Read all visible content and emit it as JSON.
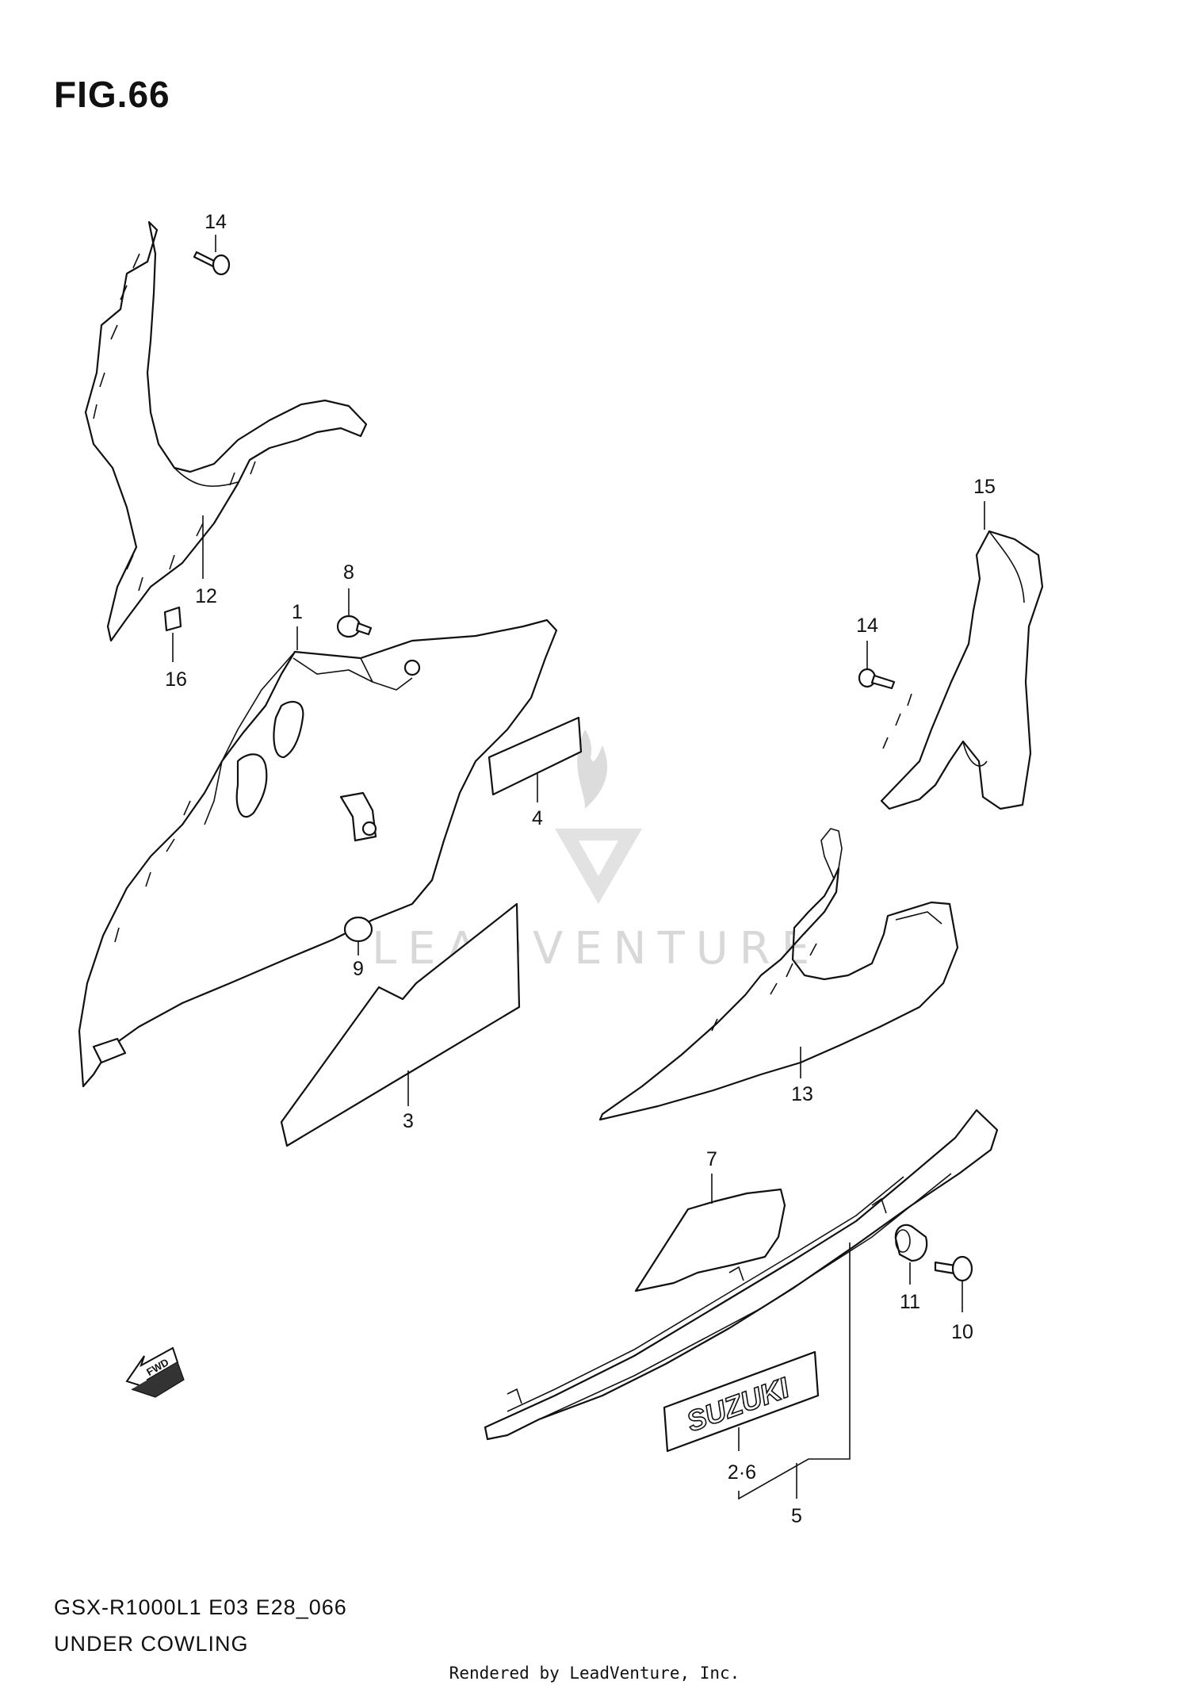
{
  "figure": {
    "title": "FIG.66"
  },
  "footer": {
    "model_code": "GSX-R1000L1 E03 E28_066",
    "section_name": "UNDER COWLING",
    "rendered_by": "Rendered by LeadVenture, Inc."
  },
  "watermark": {
    "text": "LEADVENTURE"
  },
  "orientation": {
    "label": "FWD"
  },
  "callouts": {
    "c1": "1",
    "c2_6": "2·6",
    "c3": "3",
    "c4": "4",
    "c5": "5",
    "c7": "7",
    "c8": "8",
    "c9": "9",
    "c10": "10",
    "c11": "11",
    "c12": "12",
    "c13": "13",
    "c14_left": "14",
    "c14_right": "14",
    "c15": "15",
    "c16": "16"
  },
  "emblem": {
    "text": "SUZUKI"
  },
  "colors": {
    "line": "#111111",
    "watermark": "#d8d8d8",
    "background": "#ffffff"
  }
}
